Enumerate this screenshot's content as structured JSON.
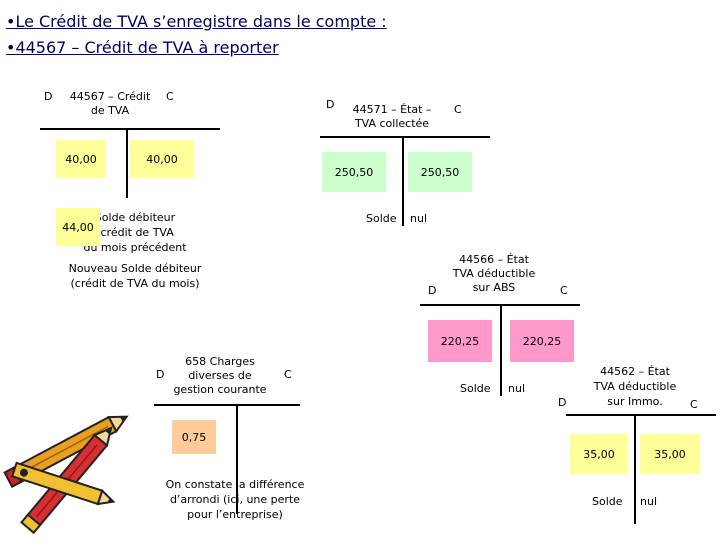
{
  "colors": {
    "title": "#000066",
    "green": "#ccffcc",
    "pink": "#ff99cc",
    "orange": "#ffcc99",
    "yellow": "#ffff99"
  },
  "header": {
    "line1": "•Le Crédit de TVA s’enregistre dans le compte :",
    "line2": "•44567 – Crédit de TVA à reporter"
  },
  "acct44567": {
    "d": "D",
    "title1": "44567 – Crédit",
    "title2": "de TVA",
    "c": "C",
    "debit1": "40,00",
    "credit1": "40,00",
    "debit2": "44,00",
    "note1a": "Solde débiteur",
    "note1b": "(crédit de TVA",
    "note1c": "du mois précédent",
    "note2a": "Nouveau Solde débiteur",
    "note2b": "(crédit de TVA du mois)"
  },
  "acct44571": {
    "d": "D",
    "title1": "44571 – État –",
    "title2": "TVA collectée",
    "c": "C",
    "debit": "250,50",
    "credit": "250,50",
    "solde": "Solde",
    "nul": "nul"
  },
  "acct44566": {
    "d": "D",
    "title1": "44566 – État",
    "title2": "TVA déductible",
    "title3": "sur ABS",
    "c": "C",
    "debit": "220,25",
    "credit": "220,25",
    "solde": "Solde",
    "nul": "nul"
  },
  "acct658": {
    "d": "D",
    "title1": "658 Charges",
    "title2": "diverses de",
    "title3": "gestion courante",
    "c": "C",
    "debit": "0,75",
    "note1": "On constate la différence",
    "note2": "d’arrondi (ici, une perte",
    "note3": "pour l’entreprise)"
  },
  "acct44562": {
    "d": "D",
    "title1": "44562 – État",
    "title2": "TVA déductible",
    "title3": "sur Immo.",
    "c": "C",
    "debit": "35,00",
    "credit": "35,00",
    "solde": "Solde",
    "nul": "nul"
  },
  "clipart": "pencils-clipart"
}
